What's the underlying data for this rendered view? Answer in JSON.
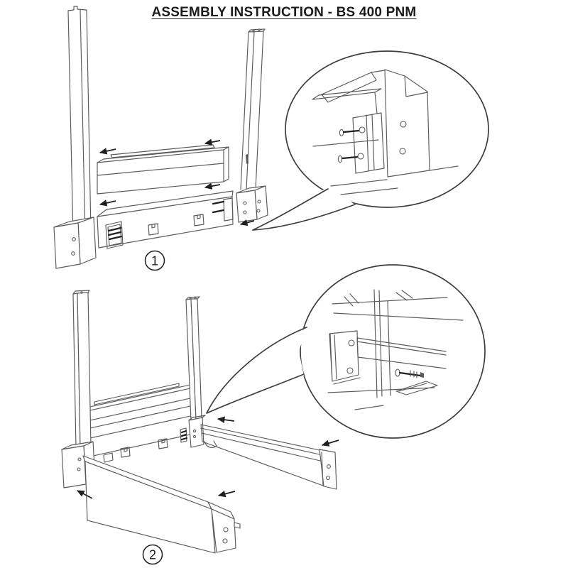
{
  "title": "ASSEMBLY INSTRUCTION - BS 400 PNM",
  "steps": [
    {
      "label": "1"
    },
    {
      "label": "2"
    }
  ],
  "icons": {
    "insertion_arrow": "←",
    "callout_balloon": "speech-bubble",
    "step_badge": "circled-number"
  },
  "colors": {
    "background": "#ffffff",
    "line": "#5a5a5a",
    "dark": "#1f1f1f",
    "balloon": "#3d3d3d",
    "text": "#1b1b1b"
  }
}
